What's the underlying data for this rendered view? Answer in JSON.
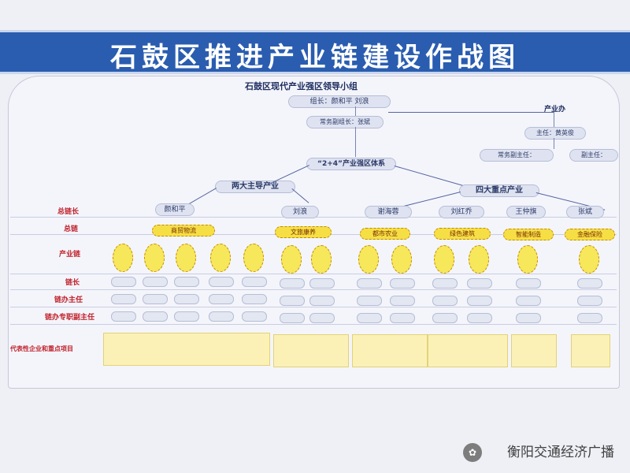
{
  "header": {
    "title": "石鼓区推进产业链建设作战图"
  },
  "board": {
    "leadership_group": "石鼓区现代产业强区领导小组",
    "leaders": "组长：颜和平 刘浪",
    "executive_deputy": "常务副组长：张斌",
    "industry_office": "产业办",
    "office_director": "主任：黄英俊",
    "office_exec_deputy": "常务副主任：",
    "office_deputy": "副主任：",
    "system_label": "“2+4”产业强区体系",
    "group_left": "两大主导产业",
    "group_right": "四大重点产业",
    "chief_leaders": [
      "颜和平",
      "刘浪",
      "谢海蓉",
      "刘红乔",
      "王仲旗",
      "张斌"
    ],
    "chains": [
      "商贸物流",
      "文旅康养",
      "都市农业",
      "绿色建筑",
      "智能制造",
      "金融保险"
    ]
  },
  "row_labels": {
    "chief_chain_leader": "总链长",
    "chief_chain": "总链",
    "industry_chain": "产业链",
    "chain_leader": "链长",
    "office_director": "链办主任",
    "office_deputy": "链办专职副主任",
    "projects": "代表性企业和重点项目"
  },
  "watermark": {
    "text": "衡阳交通经济广播"
  },
  "colors": {
    "banner": "#2a5db0",
    "label_red": "#c0222c",
    "chain_yellow": "#f6df45"
  }
}
